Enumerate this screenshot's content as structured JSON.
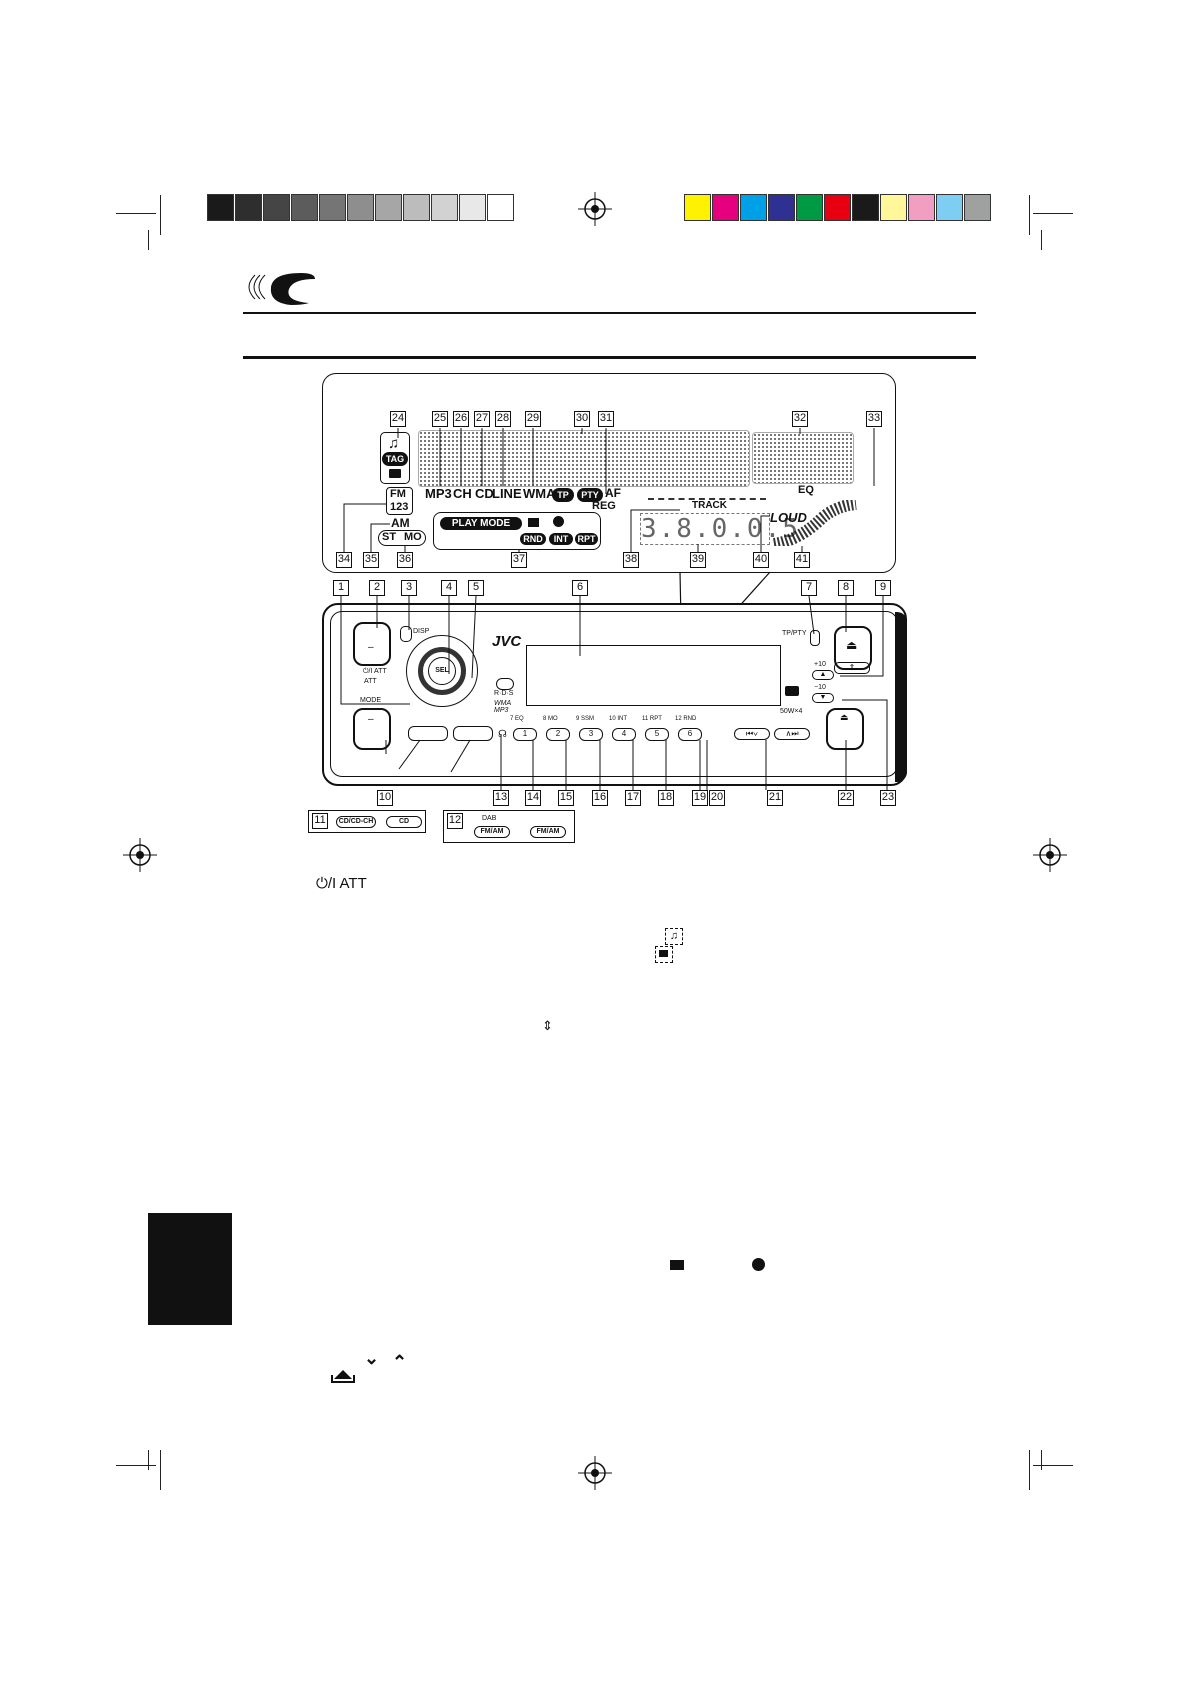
{
  "registration": {
    "grayscale": [
      "#1a1a1a",
      "#2e2e2e",
      "#454545",
      "#5c5c5c",
      "#757575",
      "#8e8e8e",
      "#a6a6a6",
      "#bcbcbc",
      "#d2d2d2",
      "#e8e8e8",
      "#ffffff"
    ],
    "colors": [
      "#fff200",
      "#e6007e",
      "#00a0e9",
      "#2e3192",
      "#009944",
      "#e60012",
      "#1a1a1a",
      "#fff799",
      "#f19ec2",
      "#7ecef4",
      "#9fa0a0"
    ]
  },
  "display": {
    "labels": {
      "tag": "TAG",
      "mp3": "MP3",
      "ch": "CH",
      "cd": "CD",
      "line": "LINE",
      "wma": "WMA",
      "tp": "TP",
      "pty": "PTY",
      "af": "AF",
      "reg": "REG",
      "fm": "FM",
      "preset": "123",
      "am": "AM",
      "st": "ST",
      "mo": "MO",
      "play_mode": "PLAY MODE",
      "rnd": "RND",
      "int": "INT",
      "rpt": "RPT",
      "track": "TRACK",
      "loud": "LOUD",
      "eq": "EQ",
      "segment_readout": "3.8.0.0.5"
    },
    "callouts_top": [
      "24",
      "25",
      "26",
      "27",
      "28",
      "29",
      "30",
      "31",
      "32",
      "33"
    ],
    "callouts_bottom": [
      "34",
      "35",
      "36",
      "37",
      "38",
      "39",
      "40",
      "41"
    ]
  },
  "unit": {
    "brand": "JVC",
    "disp": "DISP",
    "power_att": "⏻/I ATT",
    "att": "ATT",
    "sel": "SEL",
    "rds": "R·D·S",
    "wma_mp3": "WMA MP3",
    "tp_pty": "TP/PTY",
    "plus10": "+10",
    "minus10": "−10",
    "mode": "MODE",
    "power": "50W×4",
    "preset_labels": [
      "7 EQ",
      "8 MO",
      "9 SSM",
      "10 INT",
      "11 RPT",
      "12 RND"
    ],
    "preset_numbers": [
      "1",
      "2",
      "3",
      "4",
      "5",
      "6"
    ],
    "callouts_top": [
      "1",
      "2",
      "3",
      "4",
      "5",
      "6",
      "7",
      "8",
      "9"
    ],
    "callouts_bottom": [
      "10",
      "13",
      "14",
      "15",
      "16",
      "17",
      "18",
      "19",
      "20",
      "21",
      "22",
      "23"
    ]
  },
  "legend": {
    "n11": "11",
    "n12": "12",
    "cd_ch": "CD/CD-CH",
    "cd": "CD",
    "dab": "DAB",
    "fm_am": "FM/AM"
  },
  "body": {
    "power_att": "⏻/I ATT"
  }
}
